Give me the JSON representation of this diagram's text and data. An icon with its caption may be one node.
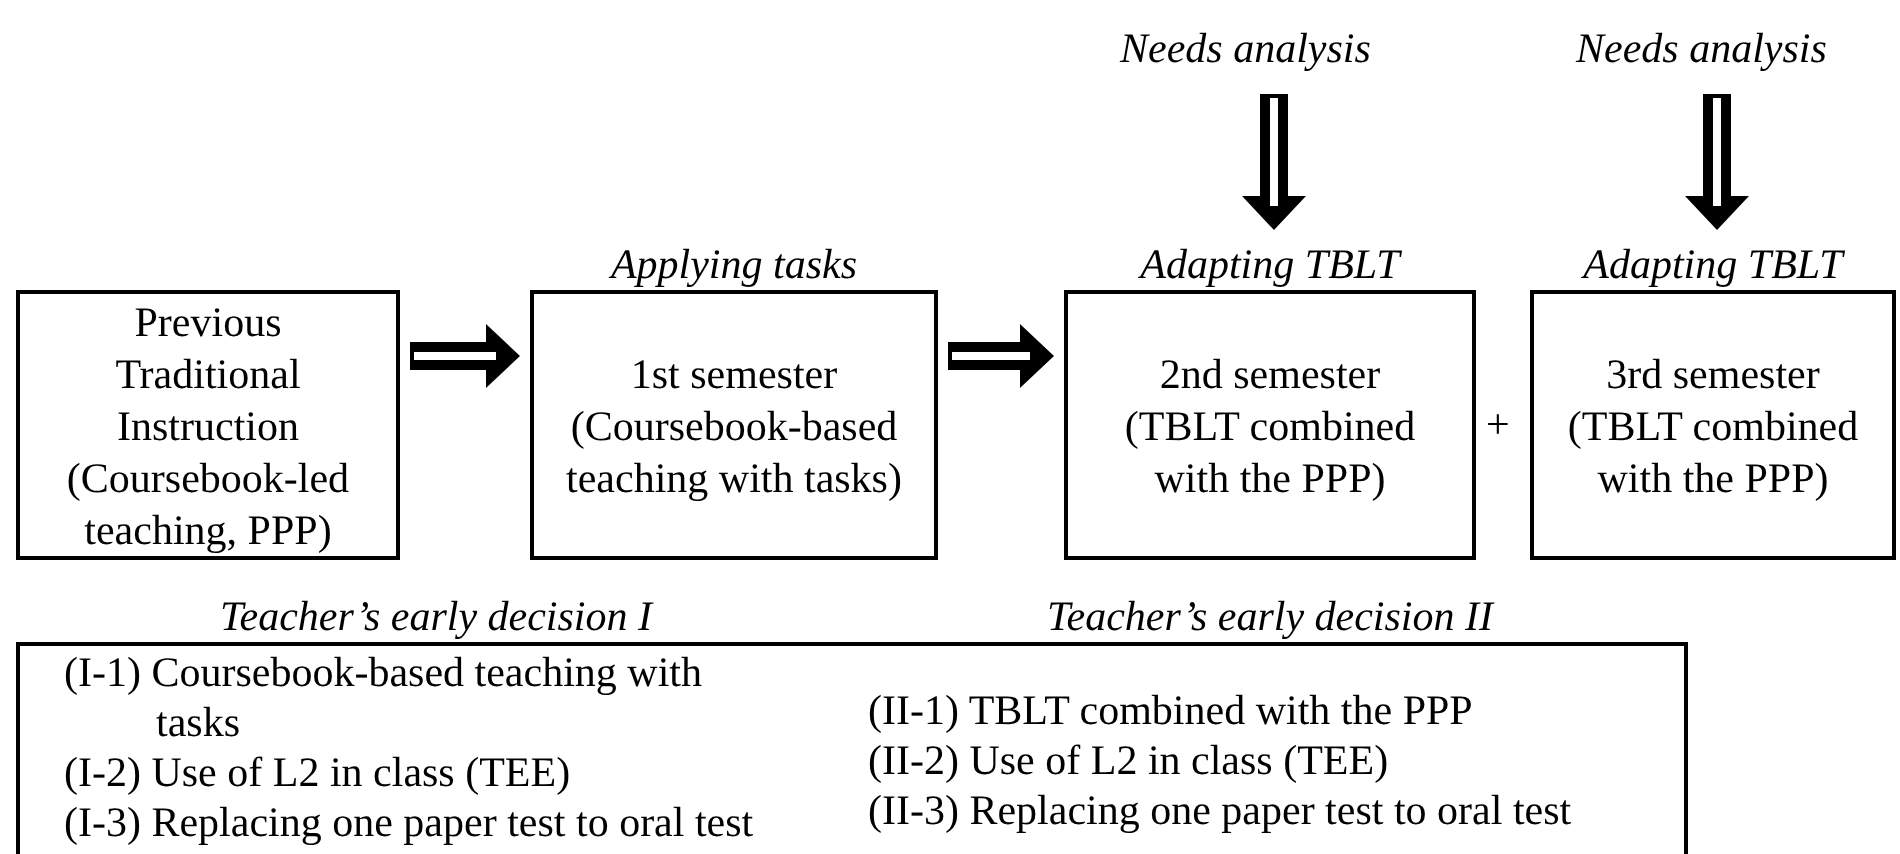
{
  "diagram": {
    "nodes": [
      {
        "text": [
          "Previous Traditional Instruction",
          "(Coursebook-led teaching, PPP)"
        ]
      },
      {
        "text": [
          "Applying tasks",
          "1st semester",
          "(Coursebook-based teaching with tasks)"
        ]
      },
      {
        "text": [
          "Adapting TBLT",
          "2nd semester",
          "(TBLT combined with the PPP)"
        ]
      },
      {
        "text": [
          "Adapting TBLT",
          "3rd semester",
          "(TBLT combined with the PPP)"
        ]
      },
      {
        "text": [
          "Needs analysis"
        ]
      },
      {
        "text": [
          "Needs analysis"
        ]
      },
      {
        "text": [
          "Teacher’s early decision I",
          "(I-1) Coursebook-based teaching with tasks",
          "(I-2) Use of L2 in class (TEE)",
          "(I-3) Replacing one paper test to oral test"
        ]
      },
      {
        "text": [
          "Teacher’s early decision II",
          "(II-1) TBLT combined with the PPP",
          "(II-2) Use of L2 in class (TEE)",
          "(II-3) Replacing one paper test to oral test"
        ]
      }
    ],
    "edges": [
      {
        "from": 0,
        "to": 1,
        "arrow": "to"
      },
      {
        "from": 1,
        "to": 2,
        "arrow": "to"
      },
      {
        "from": 4,
        "to": 2,
        "arrow": "to"
      },
      {
        "from": 5,
        "to": 3,
        "arrow": "to"
      }
    ],
    "labels": [
      "+"
    ]
  }
}
